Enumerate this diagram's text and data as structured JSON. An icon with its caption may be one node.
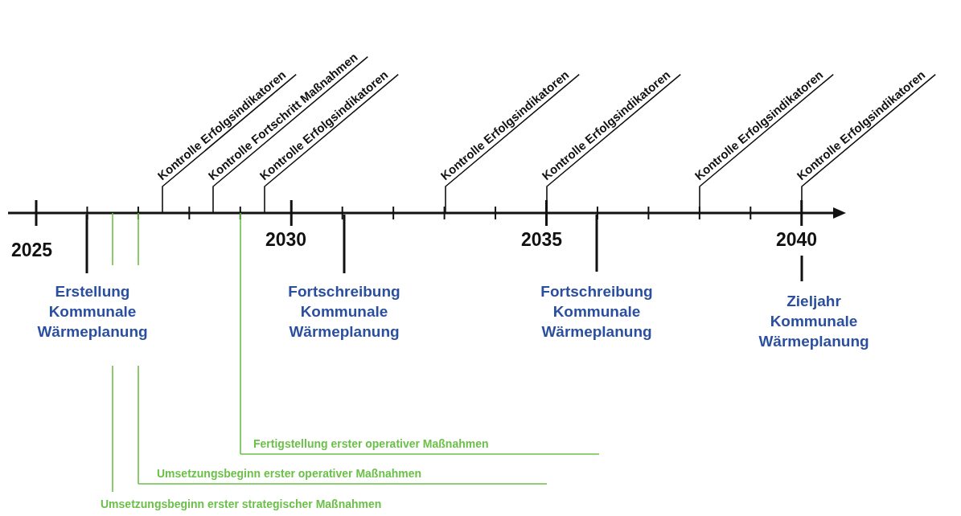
{
  "diagram": {
    "nodes": [
      {
        "text": [
          "Kontrolle Erfolgsindikatoren"
        ]
      },
      {
        "text": [
          "Kontrolle Fortschritt Maßnahmen"
        ]
      },
      {
        "text": [
          "Kontrolle Erfolgsindikatoren"
        ]
      },
      {
        "text": [
          "Kontrolle Erfolgsindikatoren"
        ]
      },
      {
        "text": [
          "Kontrolle Erfolgsindikatoren"
        ]
      },
      {
        "text": [
          "Kontrolle Erfolgsindikatoren"
        ]
      },
      {
        "text": [
          "Kontrolle Erfolgsindikatoren"
        ]
      },
      {
        "text": [
          "Erstellung Kommunale Wärmeplanung"
        ]
      },
      {
        "text": [
          "Fortschreibung Kommunale Wärmeplanung"
        ]
      },
      {
        "text": [
          "Fortschreibung Kommunale Wärmeplanung"
        ]
      },
      {
        "text": [
          "Zieljahr Kommunale Wärmeplanung"
        ]
      },
      {
        "text": [
          "Fertigstellung erster operativer Maßnahmen"
        ]
      },
      {
        "text": [
          "Umsetzungsbeginn erster operativer Maßnahmen"
        ]
      },
      {
        "text": [
          "Umsetzungsbeginn erster strategischer Maßnahmen"
        ]
      }
    ],
    "edges": [
      {
        "from": 0,
        "to": null,
        "arrow": "none"
      },
      {
        "from": 1,
        "to": null,
        "arrow": "none"
      },
      {
        "from": 2,
        "to": null,
        "arrow": "none"
      },
      {
        "from": 3,
        "to": null,
        "arrow": "none"
      },
      {
        "from": 4,
        "to": null,
        "arrow": "none"
      },
      {
        "from": 5,
        "to": null,
        "arrow": "none"
      },
      {
        "from": 6,
        "to": null,
        "arrow": "none"
      },
      {
        "from": 7,
        "to": null,
        "arrow": "none"
      },
      {
        "from": 8,
        "to": null,
        "arrow": "none"
      },
      {
        "from": 9,
        "to": null,
        "arrow": "none"
      },
      {
        "from": 10,
        "to": null,
        "arrow": "none"
      },
      {
        "from": 11,
        "to": null,
        "arrow": "none",
        "color": "#6cc04a"
      },
      {
        "from": 12,
        "to": null,
        "arrow": "none",
        "color": "#6cc04a"
      },
      {
        "from": 13,
        "to": null,
        "arrow": "none",
        "color": "#6cc04a"
      }
    ],
    "labels": [
      "2025",
      "2030",
      "2035",
      "2040"
    ]
  }
}
